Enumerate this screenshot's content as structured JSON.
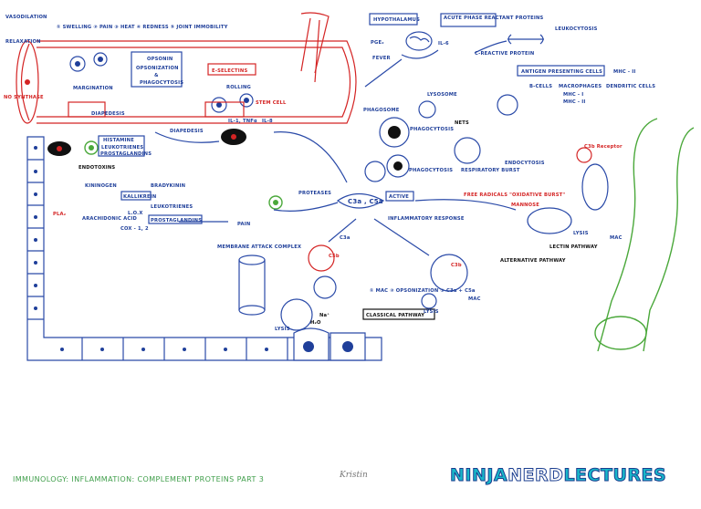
{
  "labels": {
    "vasodilation": "VASODILATION",
    "relaxation": "RELAXATION",
    "signs": "① SWELLING ② PAIN ③ HEAT ④ REDNESS ⑤ JOINT IMMOBILITY",
    "opsonin": "OPSONIN",
    "opsonization": "OPSONIZATION",
    "amp": "&",
    "phagocytosis": "PHAGOCYTOSIS",
    "e_selectins": "E-SELECTINS",
    "no_synthase": "NO SYNTHASE",
    "margination": "MARGINATION",
    "diapedesis": "DIAPEDESIS",
    "rolling": "ROLLING",
    "stem_cell": "STEM CELL",
    "il1_tnfa": "IL-1, TNFα",
    "il8": "IL-8",
    "diapedesis2": "DIAPEDESIS",
    "histamine": "HISTAMINE",
    "leukotrienes": "LEUKOTRIENES",
    "prostaglandins": "PROSTAGLANDINS",
    "endotoxins": "ENDOTOXINS",
    "kininogen": "KININOGEN",
    "bradykinin": "BRADYKININ",
    "kallikrein": "KALLIKREIN",
    "pla2": "PLA₂",
    "arachidonic": "ARACHIDONIC ACID",
    "lox": "L.O.X",
    "leukotrienes2": "LEUKOTRIENES",
    "cox": "COX - 1, 2",
    "prostaglandins2": "PROSTAGLANDINS",
    "pain": "PAIN",
    "proteases": "PROTEASES",
    "mac_label": "MEMBRANE ATTACK COMPLEX",
    "hypothalamus": "HYPOTHALAMUS",
    "pge2": "PGE₂",
    "fever": "FEVER",
    "acute_phase": "ACUTE PHASE REACTANT PROTEINS",
    "il6": "IL-6",
    "crp": "C-REACTIVE PROTEIN",
    "leukocytosis": "LEUKOCYTOSIS",
    "apc": "ANTIGEN PRESENTING CELLS",
    "mhc2": "MHC - II",
    "bcells": "B-CELLS",
    "macrophages": "MACROPHAGES",
    "dendritic": "DENDRITIC CELLS",
    "phagosome": "PHAGOSOME",
    "lysosome": "LYSOSOME",
    "nets": "NETS",
    "phagocytosis2": "PHAGOCYTOSIS",
    "endocytosis": "ENDOCYTOSIS",
    "phagocytosis3": "PHAGOCYTOSIS",
    "resp_burst": "RESPIRATORY BURST",
    "free_radicals": "FREE RADICALS \"OXIDATIVE BURST\"",
    "mhc1": "MHC - I",
    "mhc2b": "MHC - II",
    "c3b_receptor": "C3b Receptor",
    "c1q_c5a": "C3a , C5a",
    "active": "ACTIVE",
    "inflammatory": "INFLAMMATORY RESPONSE",
    "mannose": "MANNOSE",
    "lectin_pathway": "LECTIN PATHWAY",
    "mac_right": "MAC",
    "lysis_right": "LYSIS",
    "alternative": "ALTERNATIVE PATHWAY",
    "lysis": "LYSIS",
    "mac_alt": "MAC",
    "outcomes": "① MAC ② OPSONIZATION ③ C3a + C5a",
    "classical": "CLASSICAL PATHWAY",
    "lysis_classical": "LYSIS",
    "water": "H₂O",
    "na": "Na⁺",
    "c3a": "C3a",
    "c5b": "C5b",
    "c3b": "C3b"
  },
  "footer": {
    "title": "IMMUNOLOGY: INFLAMMATION: COMPLEMENT PROTEINS  PART 3",
    "signature": "Kristin",
    "brand_part1": "NINJA",
    "brand_part2": "NERD",
    "brand_part3": "LECTURES"
  },
  "colors": {
    "ink_blue": "#1f3f9a",
    "ink_red": "#d42424",
    "ink_green": "#4aa83a",
    "brand_cyan": "#18b7c9"
  }
}
